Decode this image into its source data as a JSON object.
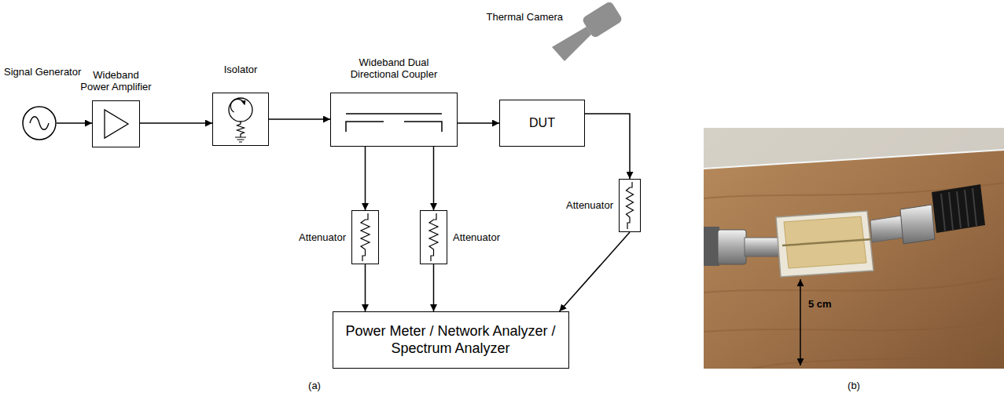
{
  "diagram": {
    "nodes": [
      {
        "text": [
          "Signal Generator"
        ]
      },
      {
        "text": [
          "Wideband Power Amplifier"
        ]
      },
      {
        "text": [
          "Isolator"
        ]
      },
      {
        "text": [
          "Wideband Dual Directional Coupler"
        ]
      },
      {
        "text": [
          "Thermal Camera"
        ]
      },
      {
        "text": [
          "DUT"
        ]
      },
      {
        "text": [
          "Attenuator"
        ]
      },
      {
        "text": [
          "Attenuator"
        ]
      },
      {
        "text": [
          "Attenuator"
        ]
      },
      {
        "text": [
          "Power Meter / Network Analyzer / Spectrum Analyzer"
        ]
      }
    ],
    "edges": [
      {
        "from": 0,
        "to": 1,
        "arrow": "to"
      },
      {
        "from": 1,
        "to": 2,
        "arrow": "to"
      },
      {
        "from": 2,
        "to": 3,
        "arrow": "to"
      },
      {
        "from": 3,
        "to": 5,
        "arrow": "to"
      },
      {
        "from": 3,
        "to": 6,
        "arrow": "to"
      },
      {
        "from": 3,
        "to": 7,
        "arrow": "to"
      },
      {
        "from": 5,
        "to": 8,
        "arrow": "to"
      },
      {
        "from": 6,
        "to": 9,
        "arrow": "to"
      },
      {
        "from": 7,
        "to": 9,
        "arrow": "to"
      },
      {
        "from": 8,
        "to": 9,
        "arrow": "to"
      }
    ],
    "labels": [
      "(a)",
      "(b)",
      "5 cm"
    ]
  }
}
